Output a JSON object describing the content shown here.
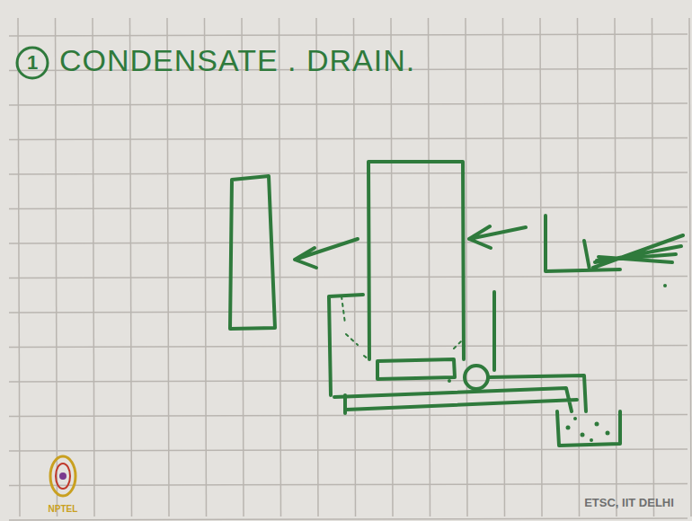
{
  "diagram": {
    "title": "CONDENSATE . DRAIN.",
    "labels": [
      "1",
      "NPTEL",
      "ETSC, IIT DELHI"
    ]
  }
}
